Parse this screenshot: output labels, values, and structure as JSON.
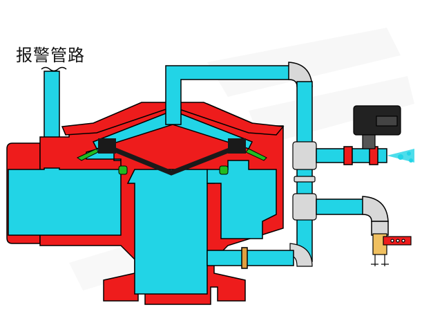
{
  "labels": {
    "alarm_pipe": "报警管路"
  },
  "colors": {
    "valve_body": "#ee1c1c",
    "water": "#22d4e6",
    "diaphragm": "#1a1a1a",
    "seal": "#22bb22",
    "pipe": "#d8d8d8",
    "solenoid": "#222222",
    "fitting": "#e0a040",
    "outline": "#000000"
  },
  "components": {
    "valve": "diaphragm-deluge-valve",
    "solenoid": "solenoid-valve",
    "pressure_switch": "pressure-switch",
    "alarm_pipe": "alarm-line"
  }
}
